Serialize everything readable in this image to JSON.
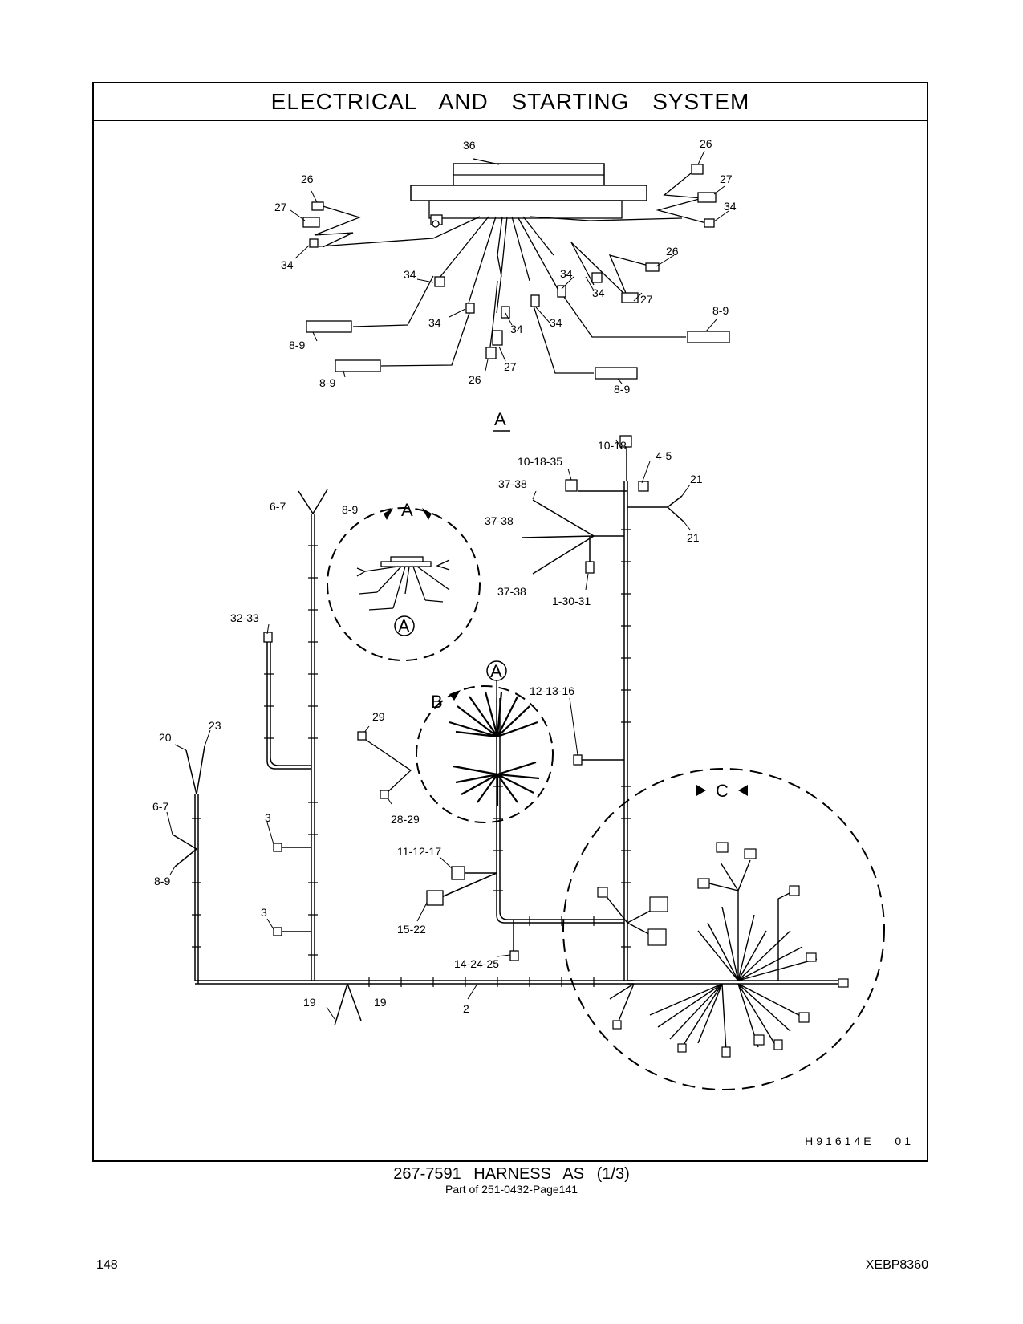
{
  "header": {
    "title": "ELECTRICAL AND STARTING SYSTEM"
  },
  "drawing_id": "H91614E  01",
  "caption": {
    "title": "267-7591 HARNESS AS (1/3)",
    "subtitle": "Part of 251-0432-Page141"
  },
  "footer": {
    "page_number": "148",
    "doc_code": "XEBP8360"
  },
  "view_labels": {
    "view_a": "A",
    "detail_a": "A",
    "detail_b": "B",
    "detail_c": "C",
    "ref_a_1": "A",
    "ref_a_2": "A"
  },
  "callouts": {
    "top": {
      "c36": "36",
      "c26_l": "26",
      "c27_l": "27",
      "c34_l": "34",
      "c26_r": "26",
      "c27_r": "27",
      "c34_r": "34",
      "c34_a": "34",
      "c34_b": "34",
      "c34_c": "34",
      "c34_d": "34",
      "c34_e": "34",
      "c34_f": "34",
      "c26_m": "26",
      "c27_m": "27",
      "c26_mr": "26",
      "c27_mr": "27",
      "c89_a": "8-9",
      "c89_b": "8-9",
      "c89_c": "8-9",
      "c89_d": "8-9"
    },
    "main": {
      "c1018": "10-18",
      "c101835": "10-18-35",
      "c45": "4-5",
      "c3738_a": "37-38",
      "c3738_b": "37-38",
      "c3738_c": "37-38",
      "c21_a": "21",
      "c21_b": "21",
      "c13031": "1-30-31",
      "c67_a": "6-7",
      "c89_a": "8-9",
      "c3233": "32-33",
      "c20": "20",
      "c23": "23",
      "c67_b": "6-7",
      "c89_b": "8-9",
      "c3_a": "3",
      "c3_b": "3",
      "c29": "29",
      "c2829": "28-29",
      "c121316": "12-13-16",
      "c111217": "11-12-17",
      "c1522": "15-22",
      "c142425": "14-24-25",
      "c19_a": "19",
      "c19_b": "19",
      "c2": "2"
    }
  }
}
